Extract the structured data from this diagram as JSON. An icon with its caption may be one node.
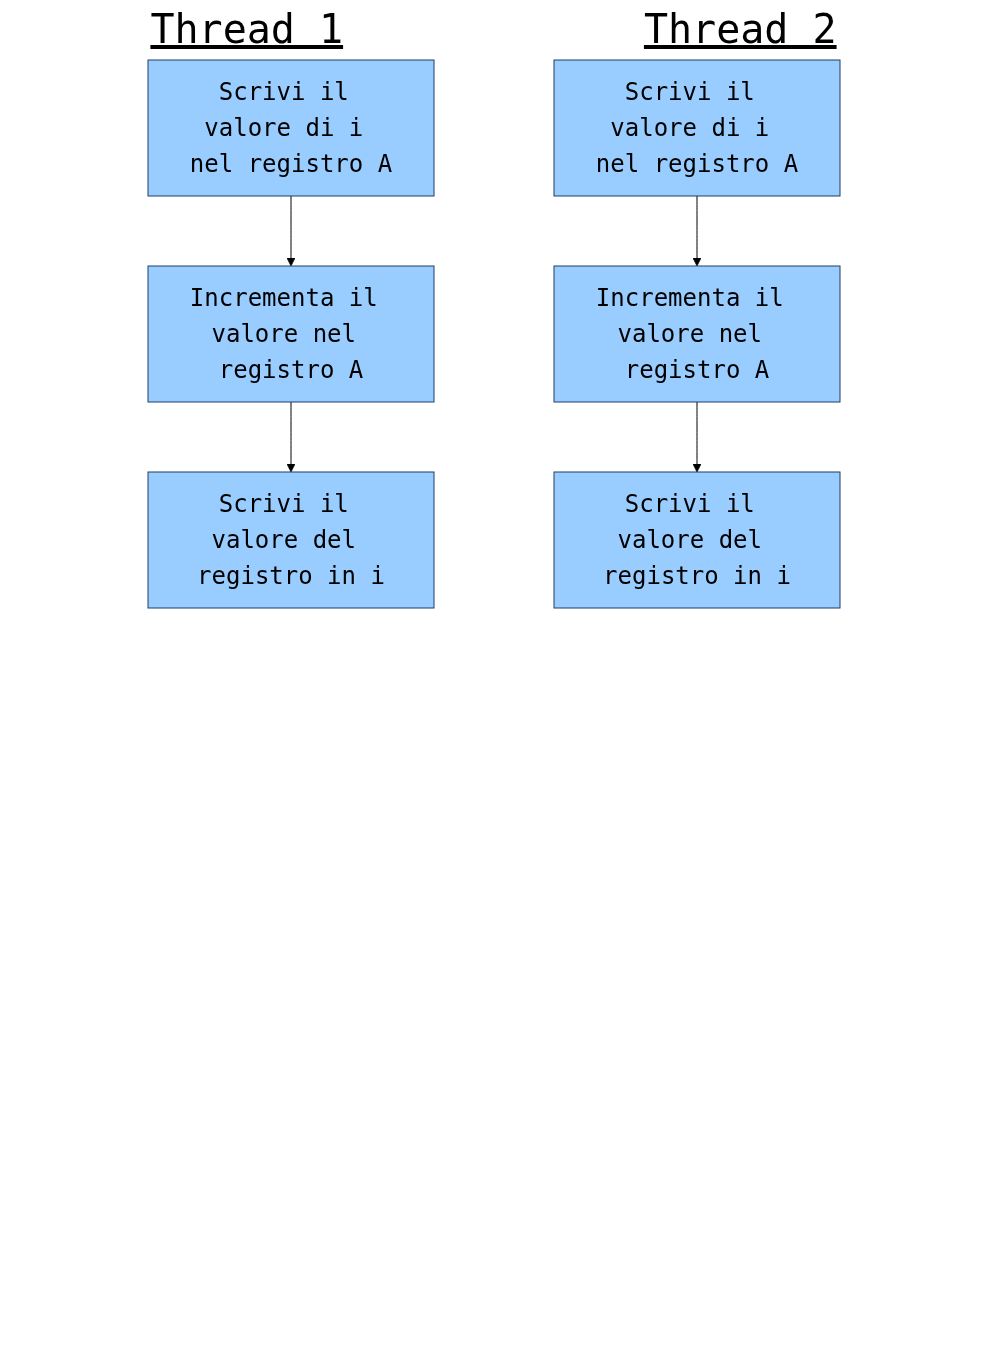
{
  "diagram": {
    "nodes": [
      {
        "text": [
          "Scrivi il valore di i nel registro A"
        ]
      },
      {
        "text": [
          "Incrementa il valore nel registro A"
        ]
      },
      {
        "text": [
          "Scrivi il valore del registro in i"
        ]
      },
      {
        "text": [
          "Scrivi il valore di i nel registro A"
        ]
      },
      {
        "text": [
          "Incrementa il valore nel registro A"
        ]
      },
      {
        "text": [
          "Scrivi il valore del registro in i"
        ]
      }
    ],
    "edges": [
      {
        "from": 0,
        "to": 1,
        "arrow": "to"
      },
      {
        "from": 1,
        "to": 2,
        "arrow": "to"
      },
      {
        "from": 3,
        "to": 4,
        "arrow": "to"
      },
      {
        "from": 4,
        "to": 5,
        "arrow": "to"
      }
    ],
    "labels": [
      "Thread 1",
      "Thread 2"
    ]
  }
}
